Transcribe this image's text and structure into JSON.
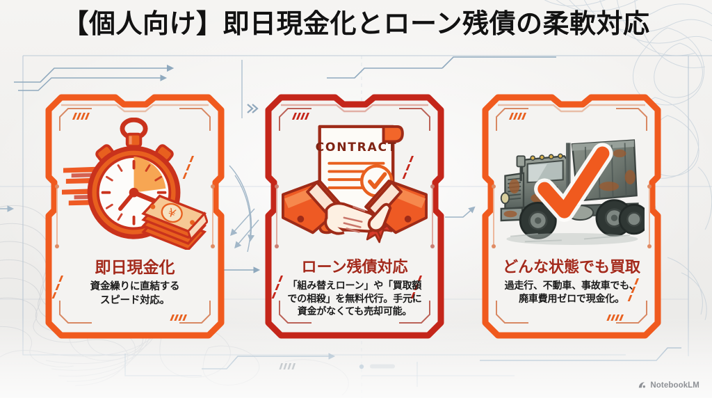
{
  "page": {
    "title": "【個人向け】即日現金化とローン残債の柔軟対応",
    "background_color": "#f3f2f0",
    "accent_orange": "#F05A1E",
    "accent_red": "#C4261A",
    "title_color": "#121212",
    "card_title_color": "#A32A1C",
    "line_blue": "#9fb6c8"
  },
  "cards": [
    {
      "id": "instant-cash",
      "frame_color": "#F05A1E",
      "icon_name": "stopwatch-with-cash-icon",
      "title": "即日現金化",
      "desc_lines": [
        "資金繰りに直結する",
        "スピード対応。"
      ]
    },
    {
      "id": "loan-balance",
      "frame_color": "#C4261A",
      "icon_name": "contract-handshake-icon",
      "title": "ローン残債対応",
      "desc_lines": [
        "「組み替えローン」や「買取額",
        "での相殺」を無料代行。手元に",
        "資金がなくても売却可能。"
      ]
    },
    {
      "id": "any-condition",
      "frame_color": "#F05A1E",
      "icon_name": "rusty-dump-truck-with-check-icon",
      "title": "どんな状態でも買取",
      "desc_lines": [
        "過走行、不動車、事故車でも、",
        "廃車費用ゼロで現金化。"
      ]
    }
  ],
  "watermark": {
    "label": "NotebookLM",
    "icon_name": "notebooklm-logo-icon"
  }
}
